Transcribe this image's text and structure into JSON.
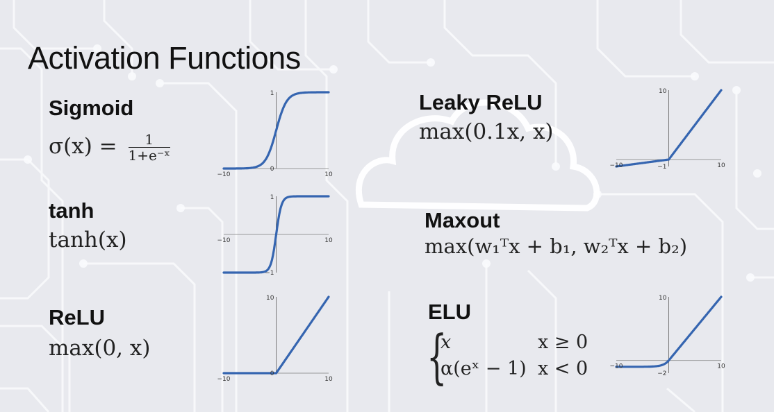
{
  "slide": {
    "title": "Activation Functions",
    "accent_color": "#3565b0",
    "background_color": "#e8e9ee"
  },
  "functions": [
    {
      "name": "Sigmoid",
      "formula_lhs": "σ(x) =",
      "formula_num": "1",
      "formula_den": "1+e⁻ˣ"
    },
    {
      "name": "tanh",
      "formula": "tanh(x)"
    },
    {
      "name": "ReLU",
      "formula": "max(0, x)"
    },
    {
      "name": "Leaky ReLU",
      "formula": "max(0.1x, x)"
    },
    {
      "name": "Maxout",
      "formula": "max(w₁ᵀx + b₁, w₂ᵀx + b₂)"
    },
    {
      "name": "ELU",
      "case1_expr": "x",
      "case1_cond": "x ≥ 0",
      "case2_expr": "α(eˣ − 1)",
      "case2_cond": "x < 0"
    }
  ],
  "chart_data": [
    {
      "type": "line",
      "title": "Sigmoid",
      "fn": "sigmoid",
      "xlim": [
        -10,
        10
      ],
      "ylim": [
        0,
        1
      ],
      "x_ticks": [
        "-10",
        "10"
      ],
      "y_ticks": [
        "0",
        "1"
      ]
    },
    {
      "type": "line",
      "title": "tanh",
      "fn": "tanh",
      "xlim": [
        -10,
        10
      ],
      "ylim": [
        -1,
        1
      ],
      "x_ticks": [
        "-10",
        "10"
      ],
      "y_ticks": [
        "-1",
        "1"
      ]
    },
    {
      "type": "line",
      "title": "ReLU",
      "fn": "relu",
      "xlim": [
        -10,
        10
      ],
      "ylim": [
        0,
        10
      ],
      "x_ticks": [
        "-10",
        "10"
      ],
      "y_ticks": [
        "0",
        "10"
      ]
    },
    {
      "type": "line",
      "title": "Leaky ReLU",
      "fn": "leaky_relu",
      "alpha": 0.1,
      "xlim": [
        -10,
        10
      ],
      "ylim": [
        -1,
        10
      ],
      "x_ticks": [
        "-10",
        "10"
      ],
      "y_ticks": [
        "-1",
        "10"
      ]
    },
    {
      "type": "line",
      "title": "ELU",
      "fn": "elu",
      "alpha": 1,
      "xlim": [
        -10,
        10
      ],
      "ylim": [
        -2,
        10
      ],
      "x_ticks": [
        "-10",
        "10"
      ],
      "y_ticks": [
        "-2",
        "10"
      ]
    }
  ]
}
